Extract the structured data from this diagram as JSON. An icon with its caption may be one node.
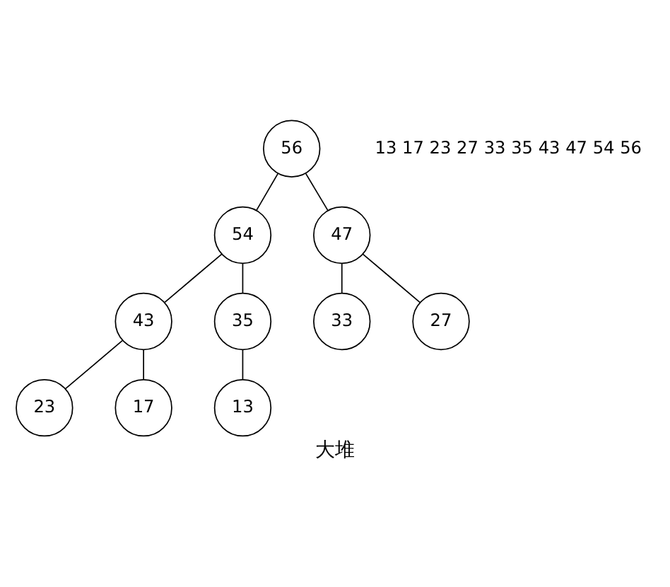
{
  "diagram": {
    "caption": "大堆",
    "nodes": [
      {
        "text": [
          "56"
        ]
      },
      {
        "text": [
          "54"
        ]
      },
      {
        "text": [
          "47"
        ]
      },
      {
        "text": [
          "43"
        ]
      },
      {
        "text": [
          "35"
        ]
      },
      {
        "text": [
          "33"
        ]
      },
      {
        "text": [
          "27"
        ]
      },
      {
        "text": [
          "23"
        ]
      },
      {
        "text": [
          "17"
        ]
      },
      {
        "text": [
          "13"
        ]
      }
    ],
    "edges": [
      {
        "from": 0,
        "to": 1,
        "arrow": "none"
      },
      {
        "from": 0,
        "to": 2,
        "arrow": "none"
      },
      {
        "from": 1,
        "to": 3,
        "arrow": "none"
      },
      {
        "from": 1,
        "to": 4,
        "arrow": "none"
      },
      {
        "from": 2,
        "to": 5,
        "arrow": "none"
      },
      {
        "from": 2,
        "to": 6,
        "arrow": "none"
      },
      {
        "from": 3,
        "to": 7,
        "arrow": "none"
      },
      {
        "from": 3,
        "to": 8,
        "arrow": "none"
      },
      {
        "from": 4,
        "to": 9,
        "arrow": "none"
      }
    ],
    "labels": [
      "13 17 23 27 33 35 43 47 54 56"
    ]
  }
}
